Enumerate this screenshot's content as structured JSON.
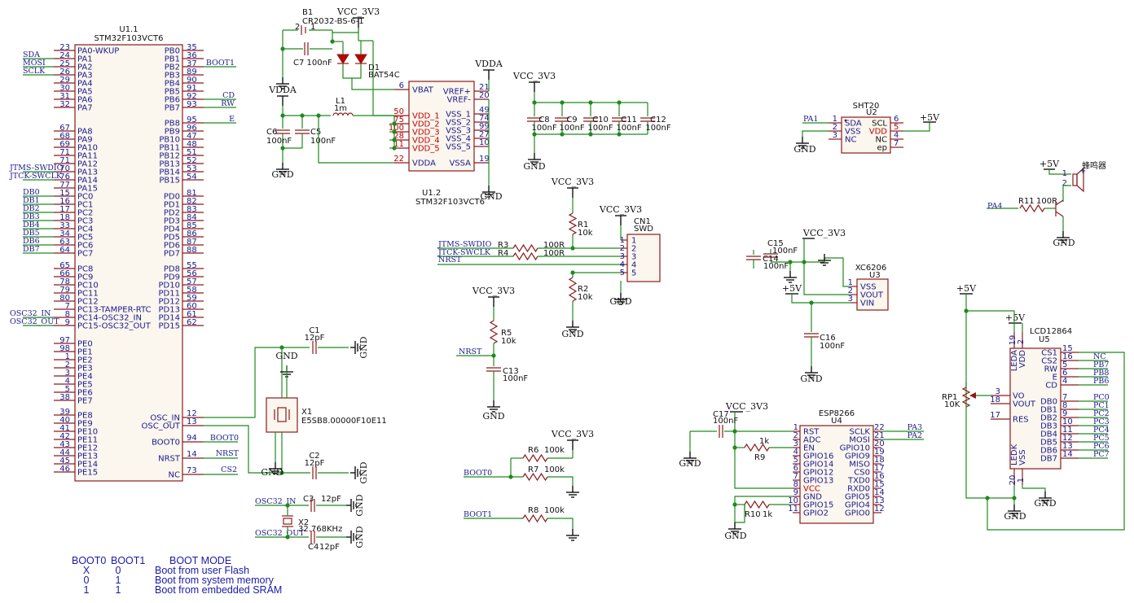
{
  "u1": {
    "ref1": "U1.1",
    "part": "STM32F103VCT6",
    "ref2": "U1.2",
    "left_pins": [
      {
        "num": "23",
        "name": "PA0-WKUP"
      },
      {
        "num": "24",
        "name": "PA1"
      },
      {
        "num": "25",
        "name": "PA2"
      },
      {
        "num": "26",
        "name": "PA3"
      },
      {
        "num": "29",
        "name": "PA4"
      },
      {
        "num": "30",
        "name": "PA5"
      },
      {
        "num": "31",
        "name": "PA6"
      },
      {
        "num": "32",
        "name": "PA7"
      },
      {
        "num": "67",
        "name": "PA8"
      },
      {
        "num": "68",
        "name": "PA9"
      },
      {
        "num": "69",
        "name": "PA10"
      },
      {
        "num": "71",
        "name": "PA11"
      },
      {
        "num": "71",
        "name": "PA12"
      },
      {
        "num": "70",
        "name": "PA13"
      },
      {
        "num": "76",
        "name": "PA14"
      },
      {
        "num": "77",
        "name": "PA15"
      },
      {
        "num": "15",
        "name": "PC0"
      },
      {
        "num": "16",
        "name": "PC1"
      },
      {
        "num": "17",
        "name": "PC2"
      },
      {
        "num": "18",
        "name": "PC3"
      },
      {
        "num": "33",
        "name": "PC4"
      },
      {
        "num": "34",
        "name": "PC5"
      },
      {
        "num": "63",
        "name": "PC6"
      },
      {
        "num": "64",
        "name": "PC7"
      },
      {
        "num": "65",
        "name": "PC8"
      },
      {
        "num": "66",
        "name": "PC9"
      },
      {
        "num": "78",
        "name": "PC10"
      },
      {
        "num": "79",
        "name": "PC11"
      },
      {
        "num": "80",
        "name": "PC12"
      },
      {
        "num": "7",
        "name": "PC13-TAMPER-RTC"
      },
      {
        "num": "8",
        "name": "PC14-OSC32_IN"
      },
      {
        "num": "9",
        "name": "PC15-OSC32_OUT"
      },
      {
        "num": "97",
        "name": "PE0"
      },
      {
        "num": "98",
        "name": "PE1"
      },
      {
        "num": "1",
        "name": "PE2"
      },
      {
        "num": "2",
        "name": "PE3"
      },
      {
        "num": "3",
        "name": "PE4"
      },
      {
        "num": "4",
        "name": "PE5"
      },
      {
        "num": "5",
        "name": "PE6"
      },
      {
        "num": "38",
        "name": "PE7"
      },
      {
        "num": "39",
        "name": "PE8"
      },
      {
        "num": "40",
        "name": "PE9"
      },
      {
        "num": "41",
        "name": "PE10"
      },
      {
        "num": "42",
        "name": "PE11"
      },
      {
        "num": "43",
        "name": "PE12"
      },
      {
        "num": "44",
        "name": "PE13"
      },
      {
        "num": "45",
        "name": "PE14"
      },
      {
        "num": "46",
        "name": "PE15"
      }
    ],
    "right_pins": [
      {
        "num": "35",
        "name": "PB0"
      },
      {
        "num": "36",
        "name": "PB1"
      },
      {
        "num": "37",
        "name": "PB2"
      },
      {
        "num": "89",
        "name": "PB3"
      },
      {
        "num": "90",
        "name": "PB4"
      },
      {
        "num": "91",
        "name": "PB5"
      },
      {
        "num": "92",
        "name": "PB6"
      },
      {
        "num": "93",
        "name": "PB7"
      },
      {
        "num": "95",
        "name": "PB8"
      },
      {
        "num": "96",
        "name": "PB9"
      },
      {
        "num": "47",
        "name": "PB10"
      },
      {
        "num": "48",
        "name": "PB11"
      },
      {
        "num": "51",
        "name": "PB12"
      },
      {
        "num": "52",
        "name": "PB13"
      },
      {
        "num": "53",
        "name": "PB14"
      },
      {
        "num": "54",
        "name": "PB15"
      },
      {
        "num": "81",
        "name": "PD0"
      },
      {
        "num": "82",
        "name": "PD1"
      },
      {
        "num": "83",
        "name": "PD2"
      },
      {
        "num": "84",
        "name": "PD3"
      },
      {
        "num": "85",
        "name": "PD4"
      },
      {
        "num": "86",
        "name": "PD5"
      },
      {
        "num": "87",
        "name": "PD6"
      },
      {
        "num": "88",
        "name": "PD7"
      },
      {
        "num": "55",
        "name": "PD8"
      },
      {
        "num": "56",
        "name": "PD9"
      },
      {
        "num": "57",
        "name": "PD10"
      },
      {
        "num": "58",
        "name": "PD11"
      },
      {
        "num": "59",
        "name": "PD12"
      },
      {
        "num": "60",
        "name": "PD13"
      },
      {
        "num": "61",
        "name": "PD14"
      },
      {
        "num": "62",
        "name": "PD15"
      }
    ],
    "right_special": [
      {
        "num": "12",
        "name": "OSC_IN"
      },
      {
        "num": "13",
        "name": "OSC_OUT"
      },
      {
        "num": "94",
        "name": "BOOT0"
      },
      {
        "num": "14",
        "name": "NRST"
      },
      {
        "num": "73",
        "name": "NC"
      }
    ],
    "power_pins": [
      {
        "num": "6",
        "name": "VBAT"
      },
      {
        "num": "50",
        "name": "VDD_1"
      },
      {
        "num": "75",
        "name": "VDD_2"
      },
      {
        "num": "100",
        "name": "VDD_3"
      },
      {
        "num": "28",
        "name": "VDD_4"
      },
      {
        "num": "11",
        "name": "VDD_5"
      },
      {
        "num": "22",
        "name": "VDDA"
      }
    ],
    "power_right": [
      {
        "num": "21",
        "name": "VREF+"
      },
      {
        "num": "20",
        "name": "VREF-"
      },
      {
        "num": "49",
        "name": "VSS_1"
      },
      {
        "num": "74",
        "name": "VSS_2"
      },
      {
        "num": "99",
        "name": "VSS_3"
      },
      {
        "num": "27",
        "name": "VSS_4"
      },
      {
        "num": "10",
        "name": "VSS_5"
      },
      {
        "num": "19",
        "name": "VSSA"
      }
    ]
  },
  "left_nets": [
    {
      "label": "SDA",
      "pin": 1
    },
    {
      "label": "MOSI",
      "pin": 2
    },
    {
      "label": "SCLK",
      "pin": 3
    },
    {
      "label": "JTMS-SWDIO",
      "pin": 13
    },
    {
      "label": "JTCK-SWCLK",
      "pin": 14
    },
    {
      "label": "DB0",
      "pin": 16
    },
    {
      "label": "DB1",
      "pin": 17
    },
    {
      "label": "DB2",
      "pin": 18
    },
    {
      "label": "DB3",
      "pin": 19
    },
    {
      "label": "DB4",
      "pin": 20
    },
    {
      "label": "DB5",
      "pin": 21
    },
    {
      "label": "DB6",
      "pin": 22
    },
    {
      "label": "DB7",
      "pin": 23
    },
    {
      "label": "OSC32_IN",
      "pin": 30
    },
    {
      "label": "OSC32_OUT",
      "pin": 31
    }
  ],
  "right_nets": [
    {
      "label": "BOOT1",
      "pin": 2
    },
    {
      "label": "CD",
      "pin": 6
    },
    {
      "label": "RW",
      "pin": 7
    },
    {
      "label": "E",
      "pin": 8
    }
  ],
  "special_nets": {
    "boot0": "BOOT0",
    "nrst": "NRST",
    "cs2": "CS2"
  },
  "power": {
    "vcc": "VCC_3V3",
    "vdda": "VDDA",
    "gnd": "GND",
    "p5v": "+5V"
  },
  "battery": {
    "ref": "B1",
    "part": "CR2032-BS-6-1",
    "pin2": "2",
    "pin1": "1"
  },
  "diode": {
    "ref": "D1",
    "part": "BAT54C"
  },
  "inductor": {
    "ref": "L1",
    "value": "1m"
  },
  "caps": {
    "c7": {
      "ref": "C7",
      "value": "100nF"
    },
    "c6": {
      "ref": "C6",
      "value": "100nF"
    },
    "c5": {
      "ref": "C5",
      "value": "100nF"
    },
    "c8": {
      "ref": "C8",
      "value": "100nF"
    },
    "c9": {
      "ref": "C9",
      "value": "100nF"
    },
    "c10": {
      "ref": "C10",
      "value": "100nF"
    },
    "c11": {
      "ref": "C11",
      "value": "100nF"
    },
    "c12": {
      "ref": "C12",
      "value": "100nF"
    },
    "c1": {
      "ref": "C1",
      "value": "12pF"
    },
    "c2": {
      "ref": "C2",
      "value": "12pF"
    },
    "c3": {
      "ref": "C3",
      "value": "12pF"
    },
    "c4": {
      "ref": "C4",
      "value": "12pF"
    },
    "c13": {
      "ref": "C13",
      "value": "100nF"
    },
    "c14": {
      "ref": "C14",
      "value": "100nF"
    },
    "c15": {
      "ref": "C15",
      "value": "100nF"
    },
    "c16": {
      "ref": "C16",
      "value": "100nF"
    },
    "c17": {
      "ref": "C17",
      "value": "100nF"
    }
  },
  "crystals": {
    "x1": {
      "ref": "X1",
      "value": "E5SB8.00000F10E11"
    },
    "x2": {
      "ref": "X2",
      "value": "32.768KHz"
    }
  },
  "resistors": {
    "r1": {
      "ref": "R1",
      "value": "10k"
    },
    "r2": {
      "ref": "R2",
      "value": "10k"
    },
    "r3": {
      "ref": "R3",
      "value": "100R"
    },
    "r4": {
      "ref": "R4",
      "value": "100R"
    },
    "r5": {
      "ref": "R5",
      "value": "10k"
    },
    "r6": {
      "ref": "R6",
      "value": "100k"
    },
    "r7": {
      "ref": "R7",
      "value": "100k"
    },
    "r8": {
      "ref": "R8",
      "value": "100k"
    },
    "r9": {
      "ref": "R9",
      "value": "1k"
    },
    "r10": {
      "ref": "R10",
      "value": "1k"
    },
    "r11": {
      "ref": "R11",
      "value": "100R"
    },
    "rp1": {
      "ref": "RP1",
      "value": "10K"
    }
  },
  "swd": {
    "ref": "CN1",
    "part": "SWD",
    "pins": [
      "1",
      "2",
      "3",
      "4",
      "5"
    ],
    "nets": [
      "JTMS-SWDIO",
      "JTCK-SWCLK",
      "NRST"
    ]
  },
  "nrst_net": "NRST",
  "boot_nets": [
    "BOOT0",
    "BOOT1"
  ],
  "sht20": {
    "ref": "U2",
    "part": "SHT20",
    "net": "PA1",
    "left": [
      {
        "num": "1",
        "name": "SDA"
      },
      {
        "num": "2",
        "name": "VSS"
      },
      {
        "num": "3",
        "name": "NC"
      }
    ],
    "right": [
      {
        "num": "6",
        "name": "SCL"
      },
      {
        "num": "5",
        "name": "VDD"
      },
      {
        "num": "4",
        "name": "NC"
      },
      {
        "num": "7",
        "name": "ep"
      }
    ]
  },
  "buzzer": {
    "label": "蜂鸣器",
    "net": "PA4",
    "pin1": "1",
    "pin2": "2"
  },
  "xc6206": {
    "ref": "U3",
    "part": "XC6206",
    "pins": [
      {
        "num": "1",
        "name": "VSS"
      },
      {
        "num": "2",
        "name": "VOUT"
      },
      {
        "num": "3",
        "name": "VIN"
      }
    ]
  },
  "esp": {
    "ref": "U4",
    "part": "ESP8266",
    "left": [
      {
        "num": "1",
        "name": "RST"
      },
      {
        "num": "2",
        "name": "ADC"
      },
      {
        "num": "3",
        "name": "EN"
      },
      {
        "num": "4",
        "name": "GPIO16"
      },
      {
        "num": "5",
        "name": "GPIO14"
      },
      {
        "num": "6",
        "name": "GPIO12"
      },
      {
        "num": "7",
        "name": "GPIO13"
      },
      {
        "num": "8",
        "name": "VCC"
      },
      {
        "num": "9",
        "name": "GND"
      },
      {
        "num": "10",
        "name": "GPIO15"
      },
      {
        "num": "11",
        "name": "GPIO2"
      }
    ],
    "right": [
      {
        "num": "22",
        "name": "SCLK"
      },
      {
        "num": "21",
        "name": "MOSI"
      },
      {
        "num": "20",
        "name": "GPIO10"
      },
      {
        "num": "19",
        "name": "GPIO9"
      },
      {
        "num": "18",
        "name": "MISO"
      },
      {
        "num": "17",
        "name": "CS0"
      },
      {
        "num": "16",
        "name": "TXD0"
      },
      {
        "num": "15",
        "name": "RXD0"
      },
      {
        "num": "14",
        "name": "GPIO5"
      },
      {
        "num": "13",
        "name": "GPIO4"
      },
      {
        "num": "12",
        "name": "GPIO0"
      }
    ],
    "nets": [
      "PA3",
      "PA2"
    ]
  },
  "lcd": {
    "ref": "U5",
    "part": "LCD12864",
    "left": [
      {
        "num": "3",
        "name": "VO"
      },
      {
        "num": "18",
        "name": "VOUT"
      },
      {
        "num": "17",
        "name": "RES"
      }
    ],
    "top": [
      {
        "num": "19",
        "name": "LEDA"
      },
      {
        "num": "2",
        "name": "VDD"
      }
    ],
    "bottom": [
      {
        "num": "20",
        "name": "LEDK"
      },
      {
        "num": "1",
        "name": "VSS"
      }
    ],
    "right": [
      {
        "num": "15",
        "name": "CS1"
      },
      {
        "num": "16",
        "name": "CS2"
      },
      {
        "num": "5",
        "name": "RW"
      },
      {
        "num": "6",
        "name": "E"
      },
      {
        "num": "4",
        "name": "CD"
      },
      {
        "num": "7",
        "name": "DB0"
      },
      {
        "num": "8",
        "name": "DB1"
      },
      {
        "num": "9",
        "name": "DB2"
      },
      {
        "num": "10",
        "name": "DB3"
      },
      {
        "num": "11",
        "name": "DB4"
      },
      {
        "num": "12",
        "name": "DB5"
      },
      {
        "num": "13",
        "name": "DB6"
      },
      {
        "num": "14",
        "name": "DB7"
      }
    ],
    "nets": [
      "NC",
      "PB7",
      "PB8",
      "PB6",
      "PC0",
      "PC1",
      "PC2",
      "PC3",
      "PC4",
      "PC5",
      "PC6",
      "PC7"
    ]
  },
  "boot_table": {
    "header": [
      "BOOT0",
      "BOOT1",
      "BOOT  MODE"
    ],
    "rows": [
      [
        "X",
        "0",
        "Boot from user Flash"
      ],
      [
        "0",
        "1",
        "Boot from system memory"
      ],
      [
        "1",
        "1",
        "Boot from embedded SRAM"
      ]
    ]
  },
  "colors": {
    "wire": "#1f8a1f",
    "body": "#8b1a1a",
    "net": "#1a1a8c",
    "pin": "#c00000"
  }
}
